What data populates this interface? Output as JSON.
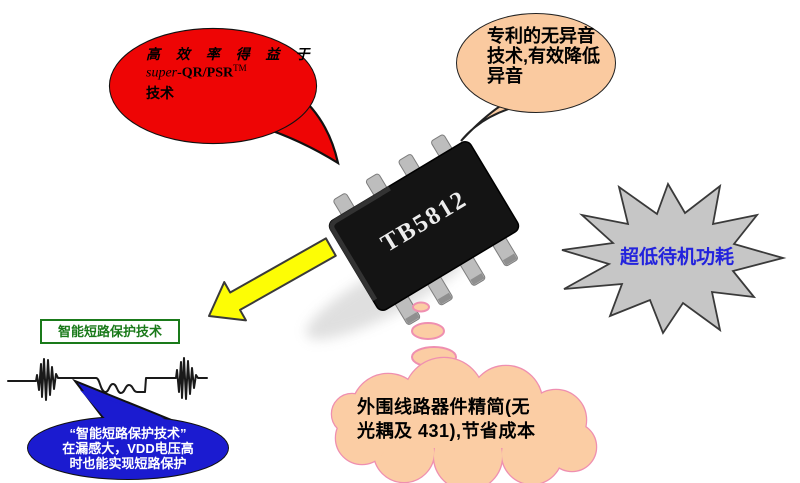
{
  "chip": {
    "label": "TB5812",
    "body_color": "#141414",
    "pin_color": "#bdbdbd"
  },
  "callouts": {
    "efficiency": {
      "fill": "#ee0505",
      "line1": "高 效 率 得 益 于",
      "brand_prefix": "super",
      "brand_main": "-QR/PSR",
      "brand_sup": "TM",
      "line3": "技术"
    },
    "patent_noise": {
      "fill": "#facaa0",
      "text": "专利的无异音\n技术,有效降低\n异音"
    },
    "standby_power": {
      "fill": "#c6c6c6",
      "text_color": "#2323dd",
      "text": "超低待机功耗"
    },
    "simplified_bom": {
      "fill": "#fbcda4",
      "stroke": "#ef8fb0",
      "text": "外围线路器件精简(无\n光耦及 431),节省成本"
    },
    "short_circuit_title": {
      "border_color": "#1a7a1a",
      "text": "智能短路保护技术"
    },
    "short_circuit_note": {
      "fill": "#1b1bd0",
      "text": "“智能短路保护技术”\n在漏感大，VDD电压高\n时也能实现短路保护"
    }
  },
  "arrow": {
    "fill": "#fdfd05"
  }
}
